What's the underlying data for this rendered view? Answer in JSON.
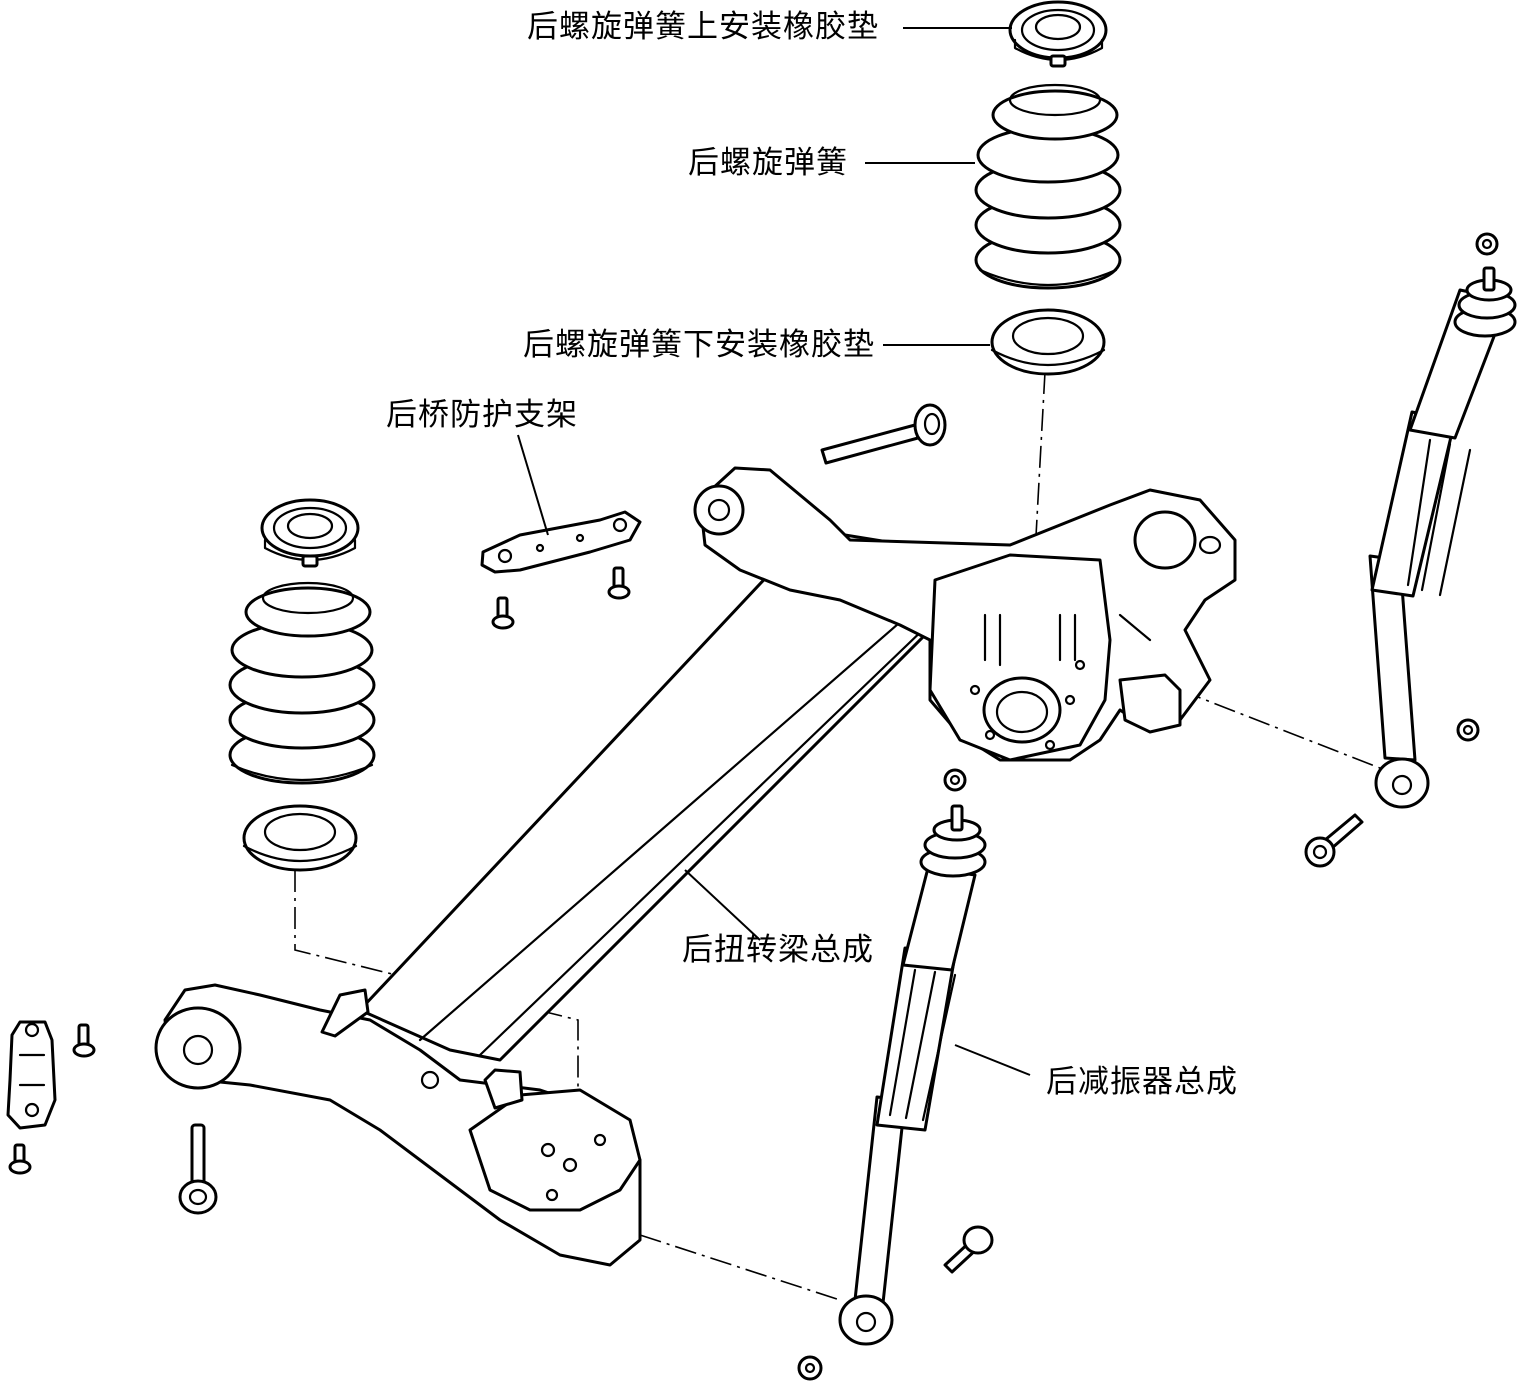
{
  "labels": {
    "upper_pad": "后螺旋弹簧上安装橡胶垫",
    "spring": "后螺旋弹簧",
    "lower_pad": "后螺旋弹簧下安装橡胶垫",
    "bracket": "后桥防护支架",
    "beam": "后扭转梁总成",
    "shock": "后减振器总成"
  },
  "icons": [
    "coil-spring",
    "rubber-pad",
    "shock-absorber",
    "bolt",
    "nut",
    "torsion-beam",
    "bracket"
  ]
}
